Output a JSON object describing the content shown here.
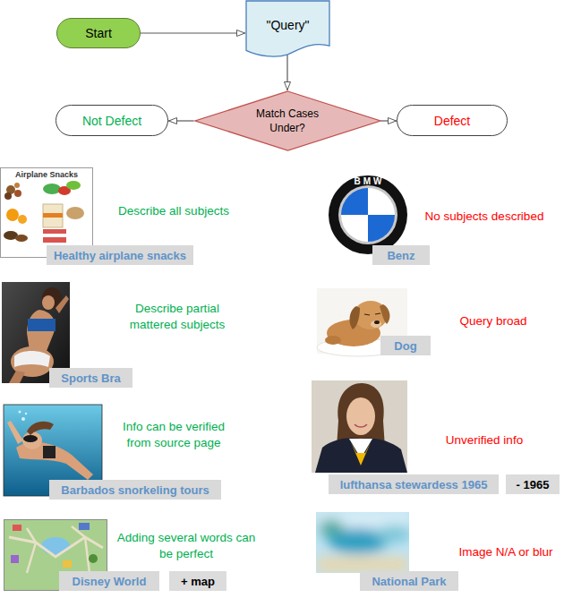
{
  "diagram": {
    "nodes": [
      {
        "text": [
          "Start"
        ]
      },
      {
        "text": [
          "\"Query\""
        ]
      },
      {
        "text": [
          "Match Cases Under?"
        ]
      },
      {
        "text": [
          "Not Defect"
        ]
      },
      {
        "text": [
          "Defect"
        ]
      },
      {
        "text": [
          "Healthy airplane snacks"
        ]
      },
      {
        "text": [
          "Benz"
        ]
      },
      {
        "text": [
          "Sports Bra"
        ]
      },
      {
        "text": [
          "Dog"
        ]
      },
      {
        "text": [
          "Barbados snorkeling tours"
        ]
      },
      {
        "text": [
          "lufthansa stewardess 1965"
        ]
      },
      {
        "text": [
          "- 1965"
        ]
      },
      {
        "text": [
          "Disney World"
        ]
      },
      {
        "text": [
          "+ map"
        ]
      },
      {
        "text": [
          "National Park"
        ]
      }
    ],
    "edges": [
      {
        "from": 0,
        "to": 1,
        "arrow": "to"
      },
      {
        "from": 1,
        "to": 2,
        "arrow": "to"
      },
      {
        "from": 2,
        "to": 3,
        "arrow": "to"
      },
      {
        "from": 2,
        "to": 4,
        "arrow": "to"
      }
    ],
    "labels": [
      "Airplane Snacks",
      "Describe all subjects",
      "BMW",
      "No subjects described",
      "Describe partial mattered subjects",
      "Query broad",
      "Info can be verified from source page",
      "Unverified info",
      "Adding several words can be perfect",
      "Image N/A or blur"
    ]
  }
}
